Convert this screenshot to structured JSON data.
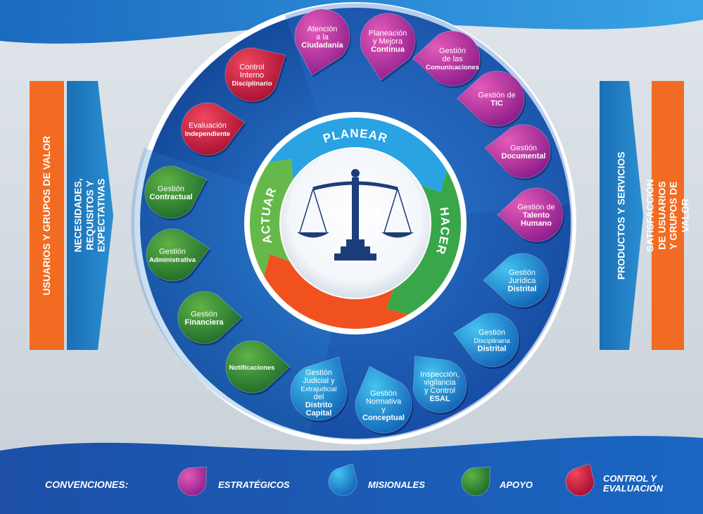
{
  "left_bars": {
    "bar1": "USUARIOS Y GRUPOS DE VALOR",
    "bar2": "NECESIDADES, REQUISITOS Y EXPECTATIVAS"
  },
  "right_bars": {
    "bar1": "PRODUCTOS Y SERVICIOS",
    "bar2": "SATISFACCIÓN DE USUARIOS Y GRUPOS DE VALOR"
  },
  "cycle": {
    "planear": "PLANEAR",
    "hacer": "HACER",
    "verificar": "VERIFICAR",
    "actuar": "ACTUAR"
  },
  "processes": [
    {
      "lines": [
        "Atención",
        "a la"
      ],
      "bold": [
        "Ciudadanía"
      ],
      "category": "estrategico"
    },
    {
      "lines": [
        "Planeación",
        "y Mejora"
      ],
      "bold": [
        "Continua"
      ],
      "category": "estrategico"
    },
    {
      "lines": [
        "Gestión",
        "de las"
      ],
      "bold": [
        "Comunicaciones"
      ],
      "category": "estrategico"
    },
    {
      "lines": [
        "Gestión de"
      ],
      "bold": [
        "TIC"
      ],
      "category": "estrategico"
    },
    {
      "lines": [
        "Gestión"
      ],
      "bold": [
        "Documental"
      ],
      "category": "estrategico"
    },
    {
      "lines": [
        "Gestión de"
      ],
      "bold": [
        "Talento",
        "Humano"
      ],
      "category": "estrategico"
    },
    {
      "lines": [
        "Gestión",
        "Jurídica"
      ],
      "bold": [
        "Distrital"
      ],
      "category": "misional"
    },
    {
      "lines": [
        "Gestión",
        "Disciplinaria"
      ],
      "bold": [
        "Distrital"
      ],
      "category": "misional"
    },
    {
      "lines": [
        "Inspección,",
        "vigilancia",
        "y Control"
      ],
      "bold": [
        "ESAL"
      ],
      "category": "misional"
    },
    {
      "lines": [
        "Gestión",
        "Normativa",
        "y"
      ],
      "bold": [
        "Conceptual"
      ],
      "category": "misional"
    },
    {
      "lines": [
        "Gestión",
        "Judicial y",
        "Extrajudicial",
        "del"
      ],
      "bold": [
        "Distrito",
        "Capital"
      ],
      "category": "misional"
    },
    {
      "lines": [],
      "bold": [
        "Notificaciones"
      ],
      "category": "apoyo"
    },
    {
      "lines": [
        "Gestión"
      ],
      "bold": [
        "Financiera"
      ],
      "category": "apoyo"
    },
    {
      "lines": [
        "Gestión"
      ],
      "bold": [
        "Administrativa"
      ],
      "category": "apoyo"
    },
    {
      "lines": [
        "Gestión"
      ],
      "bold": [
        "Contractual"
      ],
      "category": "apoyo"
    },
    {
      "lines": [
        "Evaluación"
      ],
      "bold": [
        "Independiente"
      ],
      "category": "control"
    },
    {
      "lines": [
        "Control",
        "Interno"
      ],
      "bold": [
        "Disciplinario"
      ],
      "category": "control"
    }
  ],
  "legend": {
    "title": "CONVENCIONES:",
    "items": [
      {
        "label": "ESTRATÉGICOS",
        "category": "estrategico"
      },
      {
        "label": "MISIONALES",
        "category": "misional"
      },
      {
        "label": "APOYO",
        "category": "apoyo"
      },
      {
        "label": "CONTROL Y EVALUACIÓN",
        "category": "control"
      }
    ]
  },
  "colors": {
    "estrategico": [
      "#e45bb8",
      "#8e1e8c"
    ],
    "misional": [
      "#43c3f0",
      "#1366b8"
    ],
    "apoyo": [
      "#5fb246",
      "#1c6a2a"
    ],
    "control": [
      "#f0475f",
      "#a60f31"
    ],
    "orange": "#f26b22",
    "blue_bar": "#1e7fc2",
    "deep_blue": "#1a4a9e",
    "navy": "#0f2f72",
    "planear": "#2aa3e3",
    "hacer": "#3aa64a",
    "verificar": "#f0511f",
    "actuar": "#65b94a",
    "scale": "#1d3c7a"
  }
}
